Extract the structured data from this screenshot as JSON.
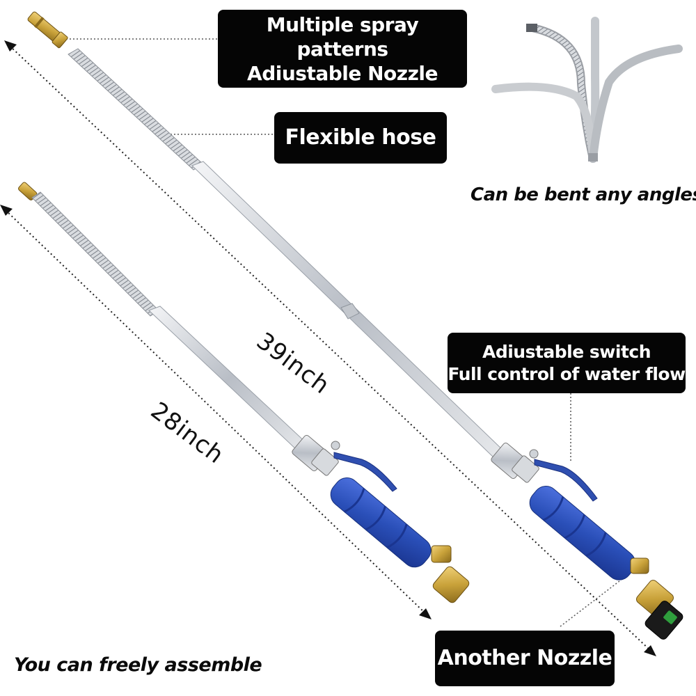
{
  "labels": {
    "nozzle": [
      "Multiple spray patterns",
      "Adiustable Nozzle"
    ],
    "hose": "Flexible hose",
    "switch": [
      "Adiustable switch",
      "Full control of water flow"
    ],
    "another_nozzle": "Another Nozzle"
  },
  "captions": {
    "bent": "Can be bent any angles",
    "assemble": "You can freely assemble"
  },
  "measurements": {
    "long": "39inch",
    "short": "28inch"
  },
  "colors": {
    "label_bg": "#050505",
    "label_text": "#ffffff",
    "grip_blue": "#2a4fb8",
    "brass": "#c9a23a",
    "steel": "#c8ccd2"
  }
}
